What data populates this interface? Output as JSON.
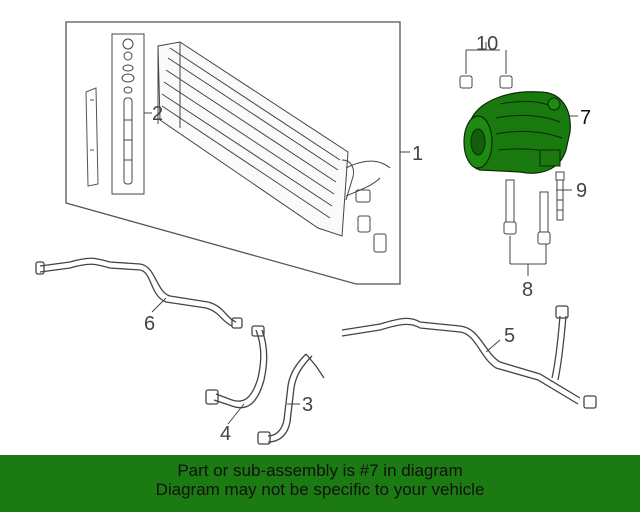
{
  "callouts": {
    "c1": "1",
    "c2": "2",
    "c3": "3",
    "c4": "4",
    "c5": "5",
    "c6": "6",
    "c7": "7",
    "c8": "8",
    "c9": "9",
    "c10": "10"
  },
  "highlight_color": "#1a7a0f",
  "banner": {
    "line1": "Part or sub-assembly is #7 in diagram",
    "line2": "Diagram may not be specific to your vehicle",
    "background": "#1c7a12"
  }
}
